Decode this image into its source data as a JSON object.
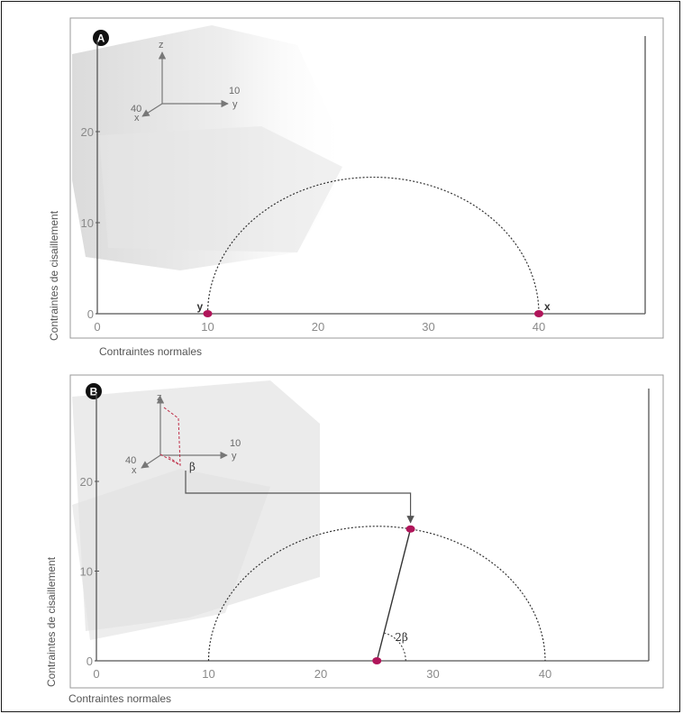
{
  "colors": {
    "point": "#b0155a",
    "axis": "#555555",
    "circle": "#333333",
    "dashed_red": "#c0304a"
  },
  "chart_data": [
    {
      "panel_label": "A",
      "type": "scatter",
      "xlabel": "Contraintes normales",
      "ylabel": "Contraintes de cisaillement",
      "xlim": [
        0,
        50
      ],
      "ylim": [
        0,
        30
      ],
      "xticks": [
        "0",
        "10",
        "20",
        "30",
        "40"
      ],
      "yticks": [
        "0",
        "10",
        "20"
      ],
      "points": [
        {
          "x": 10,
          "y": 0,
          "label": "y"
        },
        {
          "x": 40,
          "y": 0,
          "label": "x"
        }
      ],
      "mohr_circle": {
        "center": 25,
        "radius": 15
      },
      "inset_axes": {
        "x_label": "x",
        "y_label": "y",
        "z_label": "z",
        "x_value": "40",
        "y_value": "10"
      }
    },
    {
      "panel_label": "B",
      "type": "scatter",
      "xlabel": "Contraintes normales",
      "ylabel": "Contraintes de cisaillement",
      "xlim": [
        0,
        50
      ],
      "ylim": [
        0,
        30
      ],
      "xticks": [
        "0",
        "10",
        "20",
        "30",
        "40"
      ],
      "yticks": [
        "0",
        "10",
        "20"
      ],
      "points": [
        {
          "x": 25,
          "y": 0
        },
        {
          "x": 28,
          "y": 14.7
        }
      ],
      "mohr_circle": {
        "center": 25,
        "radius": 15
      },
      "angle_label": "2β",
      "inset_axes": {
        "x_label": "x",
        "y_label": "y",
        "z_label": "z",
        "x_value": "40",
        "y_value": "10",
        "angle_label": "β"
      }
    }
  ]
}
